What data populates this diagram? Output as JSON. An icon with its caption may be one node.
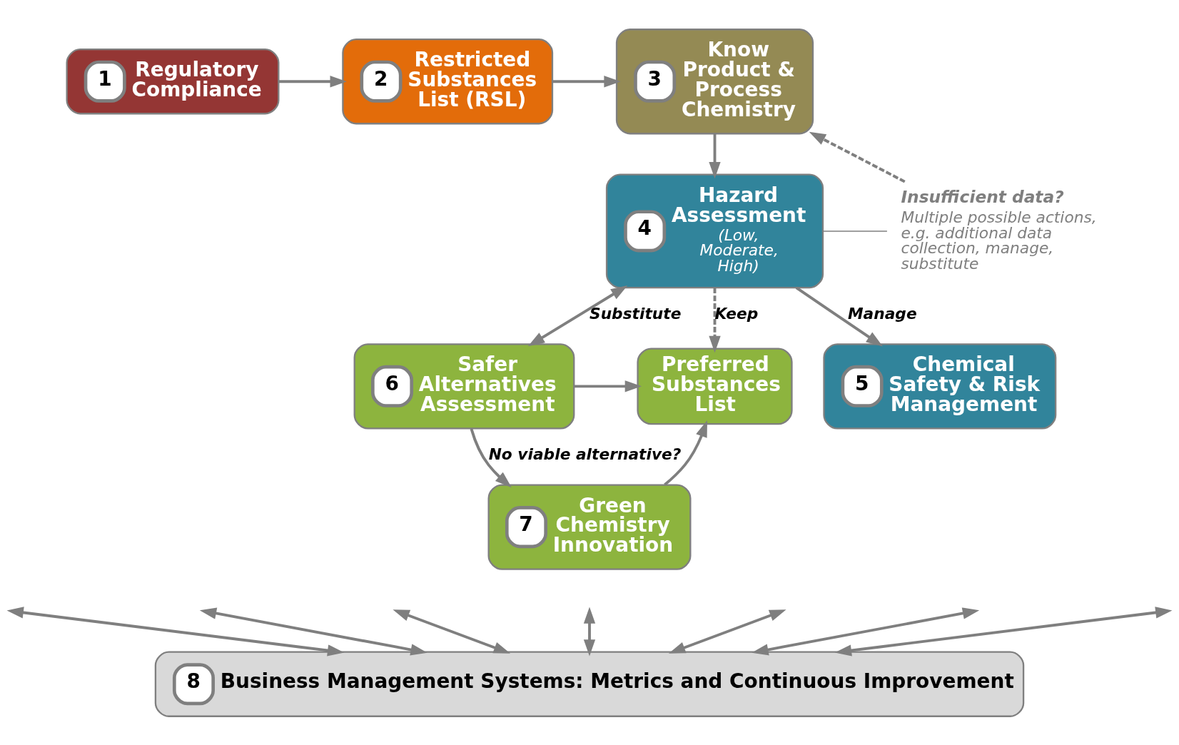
{
  "diagram": {
    "nodes": [
      {
        "text": [
          "1",
          "Regulatory Compliance"
        ]
      },
      {
        "text": [
          "2",
          "Restricted Substances List (RSL)"
        ]
      },
      {
        "text": [
          "3",
          "Know Product & Process Chemistry"
        ]
      },
      {
        "text": [
          "4",
          "Hazard Assessment",
          "(Low, Moderate, High)"
        ]
      },
      {
        "text": [
          "Preferred Substances List"
        ]
      },
      {
        "text": [
          "6",
          "Safer Alternatives Assessment"
        ]
      },
      {
        "text": [
          "5",
          "Chemical Safety & Risk Management"
        ]
      },
      {
        "text": [
          "7",
          "Green Chemistry Innovation"
        ]
      },
      {
        "text": [
          "8",
          "Business Management Systems: Metrics and Continuous Improvement"
        ]
      },
      {
        "text": [
          "Insufficient data?",
          "Multiple possible actions, e.g. additional data collection, manage, substitute"
        ]
      }
    ],
    "edges": [
      {
        "from": 0,
        "to": 1,
        "arrow": "to"
      },
      {
        "from": 1,
        "to": 2,
        "arrow": "to"
      },
      {
        "from": 2,
        "to": 3,
        "arrow": "to"
      },
      {
        "from": 3,
        "to": 4,
        "arrow": "to",
        "label": "Keep",
        "style": "dashed"
      },
      {
        "from": 3,
        "to": 5,
        "arrow": "both",
        "label": "Substitute"
      },
      {
        "from": 3,
        "to": 6,
        "arrow": "to",
        "label": "Manage"
      },
      {
        "from": 5,
        "to": 4,
        "arrow": "to"
      },
      {
        "from": 5,
        "to": 7,
        "arrow": "to",
        "label": "No viable alternative?"
      },
      {
        "from": 7,
        "to": 4,
        "arrow": "to"
      },
      {
        "from": 9,
        "to": 2,
        "arrow": "to",
        "style": "dashed"
      },
      {
        "from": 9,
        "to": 3,
        "arrow": "none"
      },
      {
        "from": null,
        "to": 8,
        "arrow": "both"
      },
      {
        "from": null,
        "to": 8,
        "arrow": "both"
      },
      {
        "from": null,
        "to": 8,
        "arrow": "both"
      },
      {
        "from": null,
        "to": 8,
        "arrow": "both"
      },
      {
        "from": null,
        "to": 8,
        "arrow": "both"
      },
      {
        "from": null,
        "to": 8,
        "arrow": "both"
      },
      {
        "from": null,
        "to": 8,
        "arrow": "both"
      }
    ]
  }
}
